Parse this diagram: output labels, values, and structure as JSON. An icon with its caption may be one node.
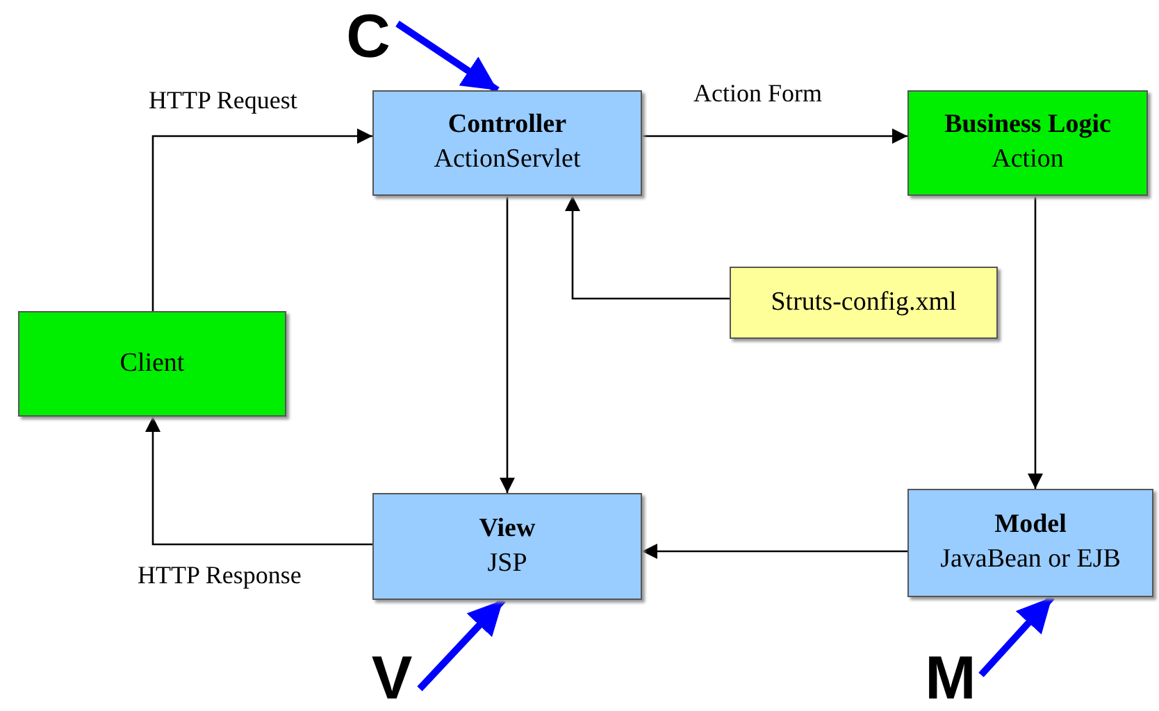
{
  "diagram": {
    "nodes": [
      {
        "text": [
          "Controller",
          "ActionServlet"
        ]
      },
      {
        "text": [
          "Business Logic",
          "Action"
        ]
      },
      {
        "text": [
          "Struts-config.xml"
        ]
      },
      {
        "text": [
          "Client"
        ]
      },
      {
        "text": [
          "View",
          "JSP"
        ]
      },
      {
        "text": [
          "Model",
          "JavaBean or EJB"
        ]
      },
      {
        "text": [
          "C"
        ]
      },
      {
        "text": [
          "V"
        ]
      },
      {
        "text": [
          "M"
        ]
      }
    ],
    "edges": [
      {
        "from": 3,
        "to": 0,
        "arrow": "to",
        "label": "HTTP Request"
      },
      {
        "from": 0,
        "to": 1,
        "arrow": "to",
        "label": "Action Form"
      },
      {
        "from": 2,
        "to": 0,
        "arrow": "to"
      },
      {
        "from": 0,
        "to": 4,
        "arrow": "to"
      },
      {
        "from": 1,
        "to": 5,
        "arrow": "to"
      },
      {
        "from": 5,
        "to": 4,
        "arrow": "to"
      },
      {
        "from": 4,
        "to": 3,
        "arrow": "to",
        "label": "HTTP Response"
      },
      {
        "from": 6,
        "to": 0,
        "arrow": "to",
        "style": "thick",
        "color": "#0000ff"
      },
      {
        "from": 7,
        "to": 4,
        "arrow": "to",
        "style": "thick",
        "color": "#0000ff"
      },
      {
        "from": 8,
        "to": 5,
        "arrow": "to",
        "style": "thick",
        "color": "#0000ff"
      }
    ]
  }
}
